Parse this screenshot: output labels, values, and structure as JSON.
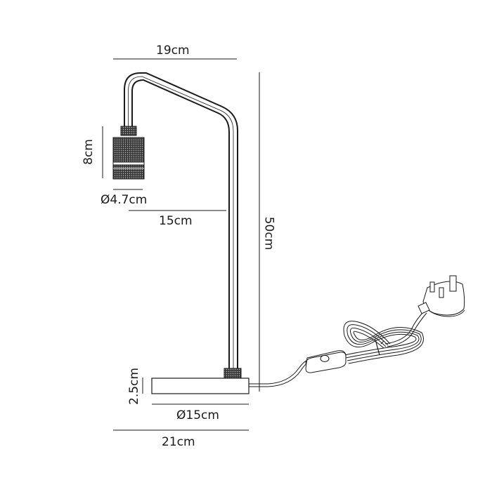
{
  "diagram": {
    "subject": "Table lamp technical drawing",
    "colors": {
      "line": "#1a1a1a",
      "background": "#ffffff",
      "knurl": "#2a2a2a"
    },
    "dimensions": {
      "overall_arm_width": "19cm",
      "shade_height": "8cm",
      "shade_diameter": "Ø4.7cm",
      "arm_offset": "15cm",
      "overall_height": "50cm",
      "base_height": "2.5cm",
      "base_diameter": "Ø15cm",
      "overall_width": "21cm"
    },
    "components": [
      {
        "name": "lamp-holder",
        "description": "knurled cylindrical lamp holder"
      },
      {
        "name": "arm",
        "description": "bent tubular arm"
      },
      {
        "name": "base",
        "description": "round flat base"
      },
      {
        "name": "inline-switch",
        "description": "inline rocker switch on cord"
      },
      {
        "name": "cable",
        "description": "coiled power cable"
      },
      {
        "name": "uk-plug",
        "description": "UK 3-pin plug"
      }
    ]
  }
}
